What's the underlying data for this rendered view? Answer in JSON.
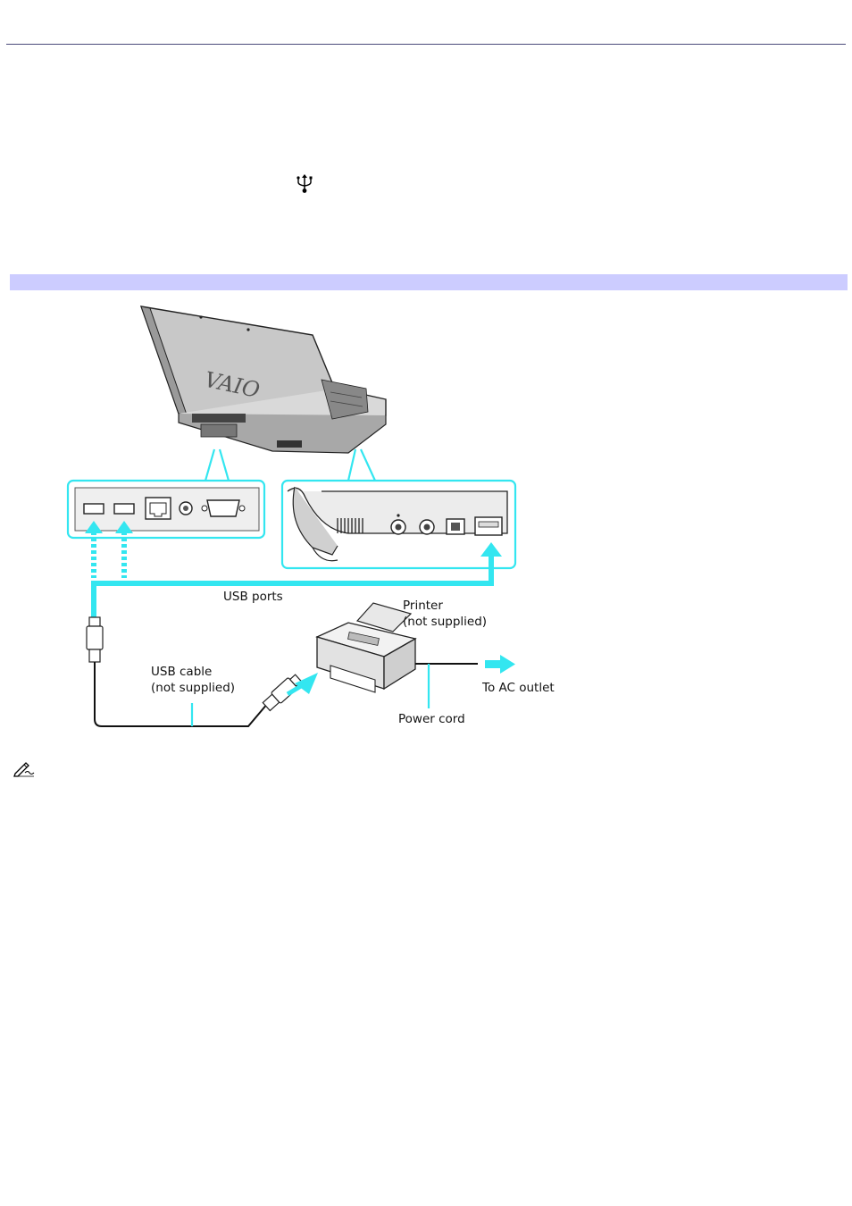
{
  "diagram": {
    "labels": {
      "usb_ports": "USB ports",
      "printer": "Printer",
      "printer_note": "(not supplied)",
      "usb_cable": "USB cable",
      "usb_cable_note": "(not supplied)",
      "to_ac_outlet": "To AC outlet",
      "power_cord": "Power cord"
    },
    "logo": "VAIO"
  },
  "icons": {
    "usb_symbol": "usb-icon",
    "note": "note-pencil-icon"
  },
  "colors": {
    "accent_cyan": "#33e6f0",
    "section_bar": "#ccccff",
    "rule": "#4a4a7a"
  }
}
